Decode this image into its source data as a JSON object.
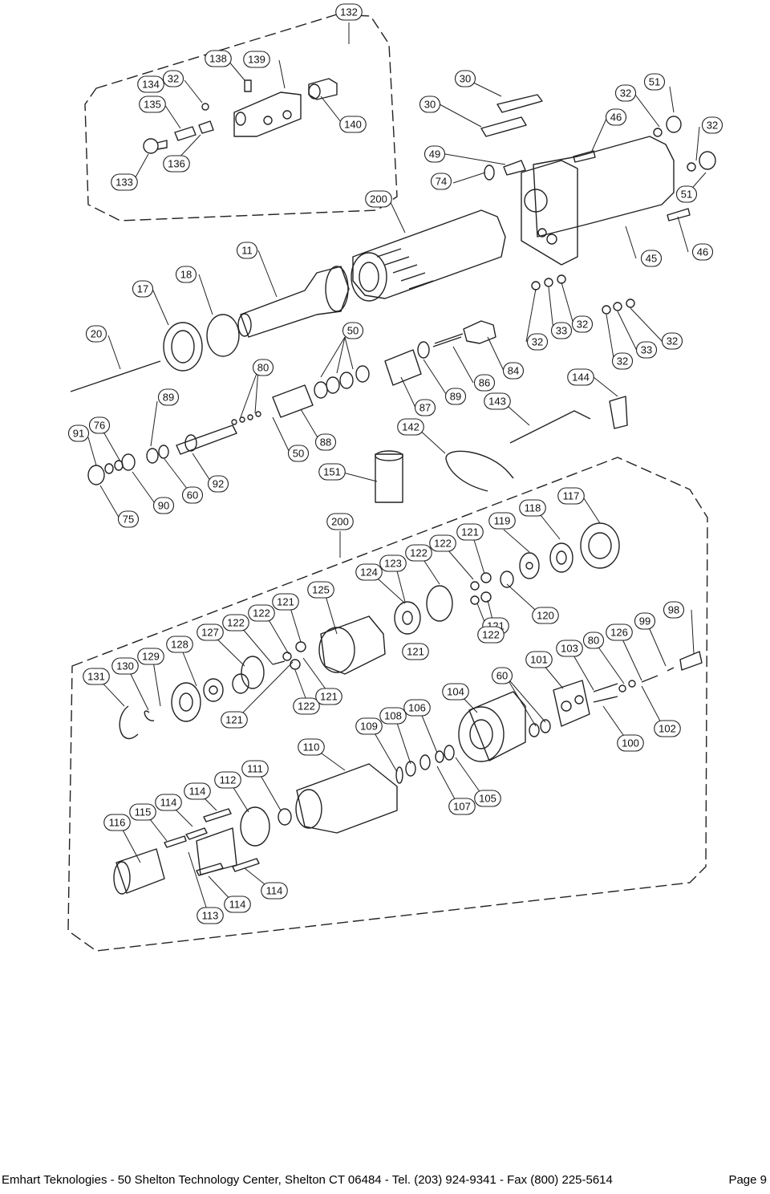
{
  "footer": {
    "company": "Emhart Teknologies - 50 Shelton Technology Center, Shelton CT 06484 - Tel. (203) 924-9341 - Fax (800) 225-5614",
    "page": "Page 9"
  },
  "callouts": [
    {
      "id": "c132",
      "label": "132"
    },
    {
      "id": "c138",
      "label": "138"
    },
    {
      "id": "c139",
      "label": "139"
    },
    {
      "id": "c134",
      "label": "134"
    },
    {
      "id": "c32a",
      "label": "32"
    },
    {
      "id": "c135",
      "label": "135"
    },
    {
      "id": "c136",
      "label": "136"
    },
    {
      "id": "c133",
      "label": "133"
    },
    {
      "id": "c140",
      "label": "140"
    },
    {
      "id": "c30a",
      "label": "30"
    },
    {
      "id": "c30b",
      "label": "30"
    },
    {
      "id": "c49",
      "label": "49"
    },
    {
      "id": "c74",
      "label": "74"
    },
    {
      "id": "c46a",
      "label": "46"
    },
    {
      "id": "c32b",
      "label": "32"
    },
    {
      "id": "c51a",
      "label": "51"
    },
    {
      "id": "c32c",
      "label": "32"
    },
    {
      "id": "c51b",
      "label": "51"
    },
    {
      "id": "c200a",
      "label": "200"
    },
    {
      "id": "c45",
      "label": "45"
    },
    {
      "id": "c46b",
      "label": "46"
    },
    {
      "id": "c11",
      "label": "11"
    },
    {
      "id": "c18",
      "label": "18"
    },
    {
      "id": "c17",
      "label": "17"
    },
    {
      "id": "c20",
      "label": "20"
    },
    {
      "id": "c50a",
      "label": "50"
    },
    {
      "id": "c80a",
      "label": "80"
    },
    {
      "id": "c32d",
      "label": "32"
    },
    {
      "id": "c33a",
      "label": "33"
    },
    {
      "id": "c32e",
      "label": "32"
    },
    {
      "id": "c32f",
      "label": "32"
    },
    {
      "id": "c33b",
      "label": "33"
    },
    {
      "id": "c32g",
      "label": "32"
    },
    {
      "id": "c84",
      "label": "84"
    },
    {
      "id": "c86",
      "label": "86"
    },
    {
      "id": "c89a",
      "label": "89"
    },
    {
      "id": "c87",
      "label": "87"
    },
    {
      "id": "c144",
      "label": "144"
    },
    {
      "id": "c143",
      "label": "143"
    },
    {
      "id": "c89b",
      "label": "89"
    },
    {
      "id": "c91",
      "label": "91"
    },
    {
      "id": "c76",
      "label": "76"
    },
    {
      "id": "c88",
      "label": "88"
    },
    {
      "id": "c50b",
      "label": "50"
    },
    {
      "id": "c142",
      "label": "142"
    },
    {
      "id": "c151",
      "label": "151"
    },
    {
      "id": "c92",
      "label": "92"
    },
    {
      "id": "c60a",
      "label": "60"
    },
    {
      "id": "c90",
      "label": "90"
    },
    {
      "id": "c75",
      "label": "75"
    },
    {
      "id": "c200b",
      "label": "200"
    },
    {
      "id": "c117",
      "label": "117"
    },
    {
      "id": "c118",
      "label": "118"
    },
    {
      "id": "c119",
      "label": "119"
    },
    {
      "id": "c121a",
      "label": "121"
    },
    {
      "id": "c122a",
      "label": "122"
    },
    {
      "id": "c122b",
      "label": "122"
    },
    {
      "id": "c123",
      "label": "123"
    },
    {
      "id": "c124",
      "label": "124"
    },
    {
      "id": "c120",
      "label": "120"
    },
    {
      "id": "c121b",
      "label": "121"
    },
    {
      "id": "c122c",
      "label": "122"
    },
    {
      "id": "c121c",
      "label": "121"
    },
    {
      "id": "c125",
      "label": "125"
    },
    {
      "id": "c121d",
      "label": "121"
    },
    {
      "id": "c122d",
      "label": "122"
    },
    {
      "id": "c122e",
      "label": "122"
    },
    {
      "id": "c127",
      "label": "127"
    },
    {
      "id": "c128",
      "label": "128"
    },
    {
      "id": "c129",
      "label": "129"
    },
    {
      "id": "c130",
      "label": "130"
    },
    {
      "id": "c131",
      "label": "131"
    },
    {
      "id": "c121e",
      "label": "121"
    },
    {
      "id": "c122f",
      "label": "122"
    },
    {
      "id": "c121f",
      "label": "121"
    },
    {
      "id": "c98",
      "label": "98"
    },
    {
      "id": "c99",
      "label": "99"
    },
    {
      "id": "c126",
      "label": "126"
    },
    {
      "id": "c80b",
      "label": "80"
    },
    {
      "id": "c103",
      "label": "103"
    },
    {
      "id": "c101",
      "label": "101"
    },
    {
      "id": "c60b",
      "label": "60"
    },
    {
      "id": "c104",
      "label": "104"
    },
    {
      "id": "c106",
      "label": "106"
    },
    {
      "id": "c108",
      "label": "108"
    },
    {
      "id": "c109",
      "label": "109"
    },
    {
      "id": "c110",
      "label": "110"
    },
    {
      "id": "c102",
      "label": "102"
    },
    {
      "id": "c100",
      "label": "100"
    },
    {
      "id": "c105",
      "label": "105"
    },
    {
      "id": "c107",
      "label": "107"
    },
    {
      "id": "c111",
      "label": "111"
    },
    {
      "id": "c112",
      "label": "112"
    },
    {
      "id": "c114a",
      "label": "114"
    },
    {
      "id": "c114b",
      "label": "114"
    },
    {
      "id": "c115",
      "label": "115"
    },
    {
      "id": "c116",
      "label": "116"
    },
    {
      "id": "c114c",
      "label": "114"
    },
    {
      "id": "c114d",
      "label": "114"
    },
    {
      "id": "c113",
      "label": "113"
    }
  ]
}
